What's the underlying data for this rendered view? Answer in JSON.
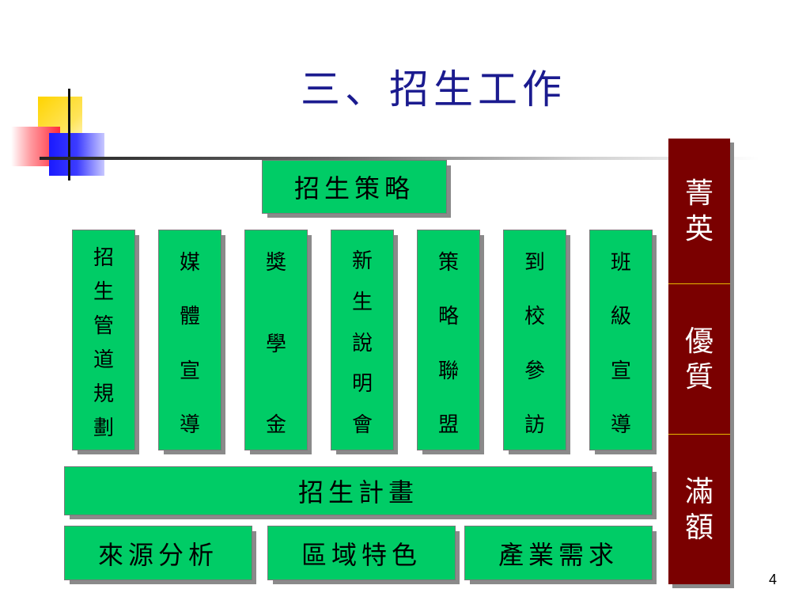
{
  "title": "三、招生工作",
  "strategy_label": "招生策略",
  "columns": [
    [
      "招",
      "生",
      "管",
      "道",
      "規",
      "劃"
    ],
    [
      "媒",
      "體",
      "宣",
      "導"
    ],
    [
      "獎",
      "學",
      "金"
    ],
    [
      "新",
      "生",
      "說",
      "明",
      "會"
    ],
    [
      "策",
      "略",
      "聯",
      "盟"
    ],
    [
      "到",
      "校",
      "參",
      "訪"
    ],
    [
      "班",
      "級",
      "宣",
      "導"
    ]
  ],
  "plan_label": "招生計畫",
  "bottom_boxes": [
    "來源分析",
    "區域特色",
    "產業需求"
  ],
  "right_panel": [
    [
      "菁",
      "英"
    ],
    [
      "優",
      "質"
    ],
    [
      "滿",
      "額"
    ]
  ],
  "page_number": "4",
  "colors": {
    "title": "#1b1b8f",
    "box_green": "#00cc66",
    "right_panel": "#7a0000"
  }
}
